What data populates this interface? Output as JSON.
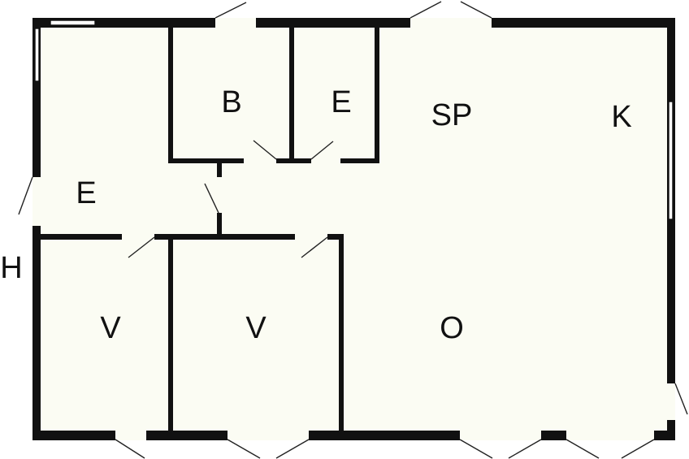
{
  "plan": {
    "rooms": [
      {
        "id": "entry",
        "label": "E"
      },
      {
        "id": "bath",
        "label": "B"
      },
      {
        "id": "storage",
        "label": "E"
      },
      {
        "id": "dining",
        "label": "SP"
      },
      {
        "id": "kitchen",
        "label": "K"
      },
      {
        "id": "living",
        "label": "O"
      },
      {
        "id": "bedroom1",
        "label": "V"
      },
      {
        "id": "bedroom2",
        "label": "V"
      }
    ],
    "entrance_marker": "H"
  },
  "colors": {
    "floor": "#fbfcf3",
    "wall": "#111111"
  }
}
